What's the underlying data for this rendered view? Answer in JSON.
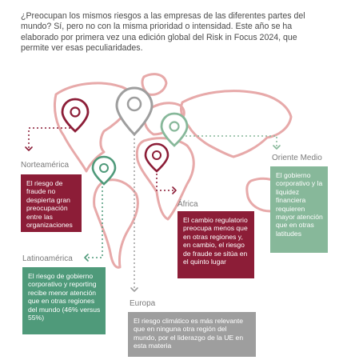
{
  "intro": "¿Preocupan los mismos riesgos a las empresas de las diferentes partes del mundo? Sí, pero no con la misma prioridad o intensidad. Este año se ha elaborado por primera vez una edición global del Risk in Focus 2024, que permite ver esas peculiaridades.",
  "regions": {
    "north_america": {
      "name": "Norteamérica",
      "text": "El riesgo de fraude no despierta gran preocupación entre las organizaciones"
    },
    "latin_america": {
      "name": "Latinoamérica",
      "text": "El riesgo de gobierno corporativo y reporting recibe menor atención que en otras regiones del mundo (46% versus 55%)"
    },
    "africa": {
      "name": "África",
      "text": "El cambio regulatorio preocupa menos que en otras regiones y, en cambio, el riesgo de fraude se sitúa en el quinto lugar"
    },
    "europe": {
      "name": "Europa",
      "text": "El riesgo climático es más relevante que en ninguna otra región del mundo, por el liderazgo de la UE en esta materia"
    },
    "middle_east": {
      "name": "Oriente Medio",
      "text": "El gobierno corporativo y la liquidez financiera requieren mayor atención que en otras latitudes"
    }
  },
  "colors": {
    "red": "#8c1d37",
    "green": "#4f9a7a",
    "grey": "#9e9e9e",
    "sage": "#87b89a",
    "map_outline": "#e7a9a9"
  },
  "icons": [
    "map-pin-icon"
  ]
}
